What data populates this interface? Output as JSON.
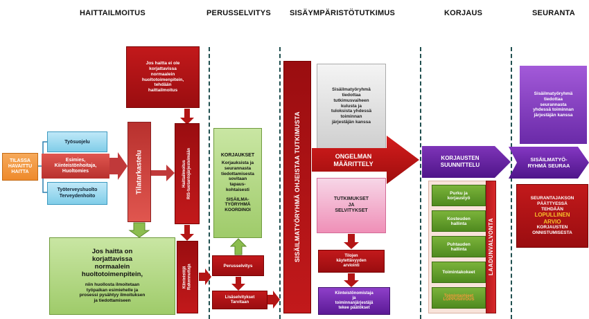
{
  "headers": {
    "h1": "HAITTAILMOITUS",
    "h2": "PERUSSELVITYS",
    "h3": "SISÄYMPÄRISTÖTUTKIMUS",
    "h4": "KORJAUS",
    "h5": "SEURANTA"
  },
  "haitta": {
    "start": "TILASSA\nHAVAITTU\nHAITTA",
    "tyosuojelu": "Työsuojelu",
    "esimies": "Esimies,\nKiinteistönhoitaja,\nHuoltomies",
    "tyoterveys": "Työterveyshuolto\nTerveydenhoito",
    "top_red": "Jos haitta ei ole\nkorjattavissa\nnormaalein\nhuoltotoimenpitein,\ntehdään\nhaittailmoitus",
    "tilatarkastelu": "Tilatarkastelu",
    "green_title": "Jos haitta on\nkorjattavissa\nnormaalein\nhuoltotoimenpitein,",
    "green_body": "niin huollosta ilmoitetaan\ntyöpaikan esimiehelle ja\nprosessi pysähtyy ilmoituksen\nja tiedottamiseen"
  },
  "perus": {
    "vertical_top": "Haittailmoitus\nRIS-tuotantojärjestelmään",
    "vertical_bottom": "Kiinteistöjä\nRakennuttaja",
    "green_title": "KORJAUKSET",
    "green_body": "Korjauksista ja\nseurannasta\ntiedottamisesta\nsovitaan\ntapaus-\nkohtaisesti",
    "green_footer": "SISÄILMA-\nTYÖRYHMÄ\nKOORDINOI",
    "perusselvitys": "Perusselvitys",
    "lisaselvitys": "Lisäselvitykset\nTarvitaan"
  },
  "sisa": {
    "vertical": "SISÄILMATYÖRYHMÄ OHJEISTAA TUTKIMUSTA",
    "gray": "Sisäilmatyöryhmä\ntiedottaa\ntutkimusvaiheen\nkulusta ja\ntuloksista yhdessä\ntoiminnan\njärjestäjän kanssa",
    "ongelman": "ONGELMAN\nMÄÄRITTELY",
    "tutkimukset": "TUTKIMUKSET\nJA\nSELVITYKSET",
    "tilojen": "Tilojen\nkäytettävyyden\narviointi",
    "kiinteisto": "Kiinteistönomistaja\nja\ntoiminnanjärjestäjä\ntekee päätökset"
  },
  "korjaus": {
    "arrow": "KORJAUSTEN\nSUUNNITTELU",
    "steps": [
      "Purku ja\nkorjaustyö",
      "Kosteuden\nhallinta",
      "Puhtauden\nhallinta",
      "Toimintakokeet",
      "Toimintaohjeet",
      "LOPPUSIIVOUS"
    ],
    "laadun": "LAADUNVALVONTA"
  },
  "seuranta": {
    "purple": "Sisäilmatyöryhmä\ntiedottaa\nseurannasta\nyhdessä toiminnan\njärjestäjän kanssa",
    "arrow": "SISÄILMATYÖ-\nRYHMÄ SEURAA",
    "red_line1": "SEURANTAJAKSON\nPÄÄTTYESSÄ\nTEHDÄÄN",
    "red_highlight": "LOPULLINEN\nARVIO",
    "red_line2": "KORJAUSTEN\nONNISTUMISESTA"
  },
  "colors": {
    "red": "#c0171a",
    "green": "#9fcb6a",
    "blue": "#80cde8",
    "purple": "#6b2aa6",
    "orange": "#f29a3a",
    "divider": "#1f4f4f"
  }
}
